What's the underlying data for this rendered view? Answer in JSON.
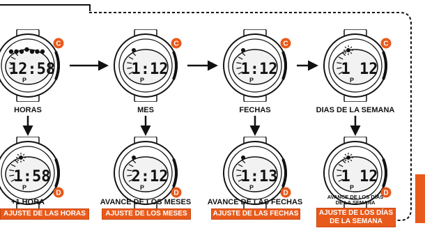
{
  "diagram": {
    "colors": {
      "accent": "#e85a1b",
      "ink": "#111111",
      "display": "#f2f2f2"
    },
    "steps": [
      {
        "id": "horas",
        "caption": "HORAS",
        "top": {
          "digits": "12:58",
          "button": "C",
          "marker": "clock-icon"
        },
        "bottom": {
          "digits": "1:58",
          "button": "D",
          "marker": "sun-icon",
          "caption": "+1 HORA",
          "badge": "AJUSTE DE LAS HORAS"
        }
      },
      {
        "id": "mes",
        "caption": "MES",
        "top": {
          "digits": "1:12",
          "button": "C",
          "marker": "dot-icon"
        },
        "bottom": {
          "digits": "2:12",
          "button": "D",
          "marker": "dot-icon",
          "caption": "AVANCE DE LOS MESES",
          "badge": "AJUSTE DE LOS MESES"
        }
      },
      {
        "id": "fechas",
        "caption": "FECHAS",
        "top": {
          "digits": "1:12",
          "button": "C",
          "marker": "dot-icon"
        },
        "bottom": {
          "digits": "1:13",
          "button": "D",
          "marker": "dot-icon",
          "caption": "AVANCE DE LAS FECHAS",
          "badge": "AJUSTE DE LAS FECHAS"
        }
      },
      {
        "id": "dias",
        "caption": "DIAS DE LA SEMANA",
        "top": {
          "digits": "1 12",
          "button": "C",
          "marker": "sun-icon"
        },
        "bottom": {
          "digits": "1 12",
          "button": "D",
          "marker": "sun-icon",
          "caption": "AVANCE DE LOS DÍAS\nDE LA SEMANA",
          "badge": "AJUSTE DE LOS DÍAS\nDE LA SEMANA"
        }
      }
    ],
    "pm_indicator": "P"
  }
}
